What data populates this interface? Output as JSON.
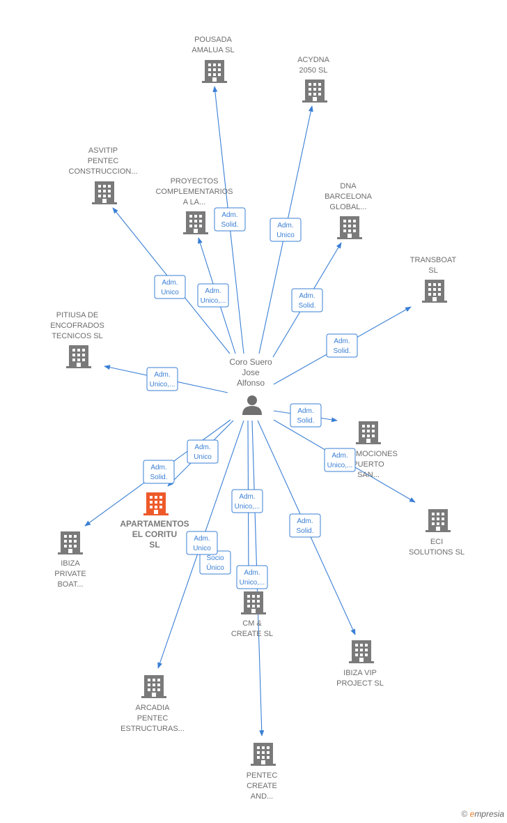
{
  "person": {
    "lines": [
      "Coro Suero",
      "Jose",
      "Alfonso"
    ],
    "icon": "person-icon"
  },
  "colors": {
    "edge": "#3a7fd5",
    "company": "#7a7a7a",
    "highlight": "#ee5a2a"
  },
  "companies": [
    {
      "id": "pousada",
      "lines": [
        "POUSADA",
        "AMALUA  SL"
      ],
      "role": [
        "Adm.",
        "Solid."
      ]
    },
    {
      "id": "acydna",
      "lines": [
        "ACYDNA",
        "2050  SL"
      ],
      "role": [
        "Adm.",
        "Unico"
      ]
    },
    {
      "id": "asvitip",
      "lines": [
        "ASVITIP",
        "PENTEC",
        "CONSTRUCCION..."
      ],
      "role": [
        "Adm.",
        "Unico"
      ]
    },
    {
      "id": "proyectos",
      "lines": [
        "PROYECTOS",
        "COMPLEMENTARIOS",
        "A LA..."
      ],
      "role": [
        "Adm.",
        "Unico,..."
      ]
    },
    {
      "id": "dna",
      "lines": [
        "DNA",
        "BARCELONA",
        "GLOBAL..."
      ],
      "role": [
        "Adm.",
        "Solid."
      ]
    },
    {
      "id": "transboat",
      "lines": [
        "TRANSBOAT",
        "SL"
      ],
      "role": [
        "Adm.",
        "Solid."
      ]
    },
    {
      "id": "pitiusa",
      "lines": [
        "PITIUSA DE",
        "ENCOFRADOS",
        "TECNICOS  SL"
      ],
      "role": [
        "Adm.",
        "Unico,..."
      ]
    },
    {
      "id": "promociones",
      "lines": [
        "PROMOCIONES",
        "PUERTO",
        "SAN..."
      ],
      "role": [
        "Adm.",
        "Solid."
      ]
    },
    {
      "id": "eci",
      "lines": [
        "ECI",
        "SOLUTIONS  SL"
      ],
      "role": [
        "Adm.",
        "Unico,..."
      ]
    },
    {
      "id": "apartamentos",
      "lines": [
        "APARTAMENTOS",
        "EL CORITU",
        "SL"
      ],
      "role": [
        "Adm.",
        "Unico"
      ],
      "highlight": true
    },
    {
      "id": "ibiza_private",
      "lines": [
        "IBIZA",
        "PRIVATE",
        "BOAT..."
      ],
      "role": [
        "Adm.",
        "Solid."
      ]
    },
    {
      "id": "cm_create",
      "lines": [
        "CM &",
        "CREATE  SL"
      ],
      "role": [
        "Adm.",
        "Unico,..."
      ],
      "role2": [
        "Socio",
        "Único"
      ]
    },
    {
      "id": "ibiza_vip",
      "lines": [
        "IBIZA VIP",
        "PROJECT  SL"
      ],
      "role": [
        "Adm.",
        "Solid."
      ]
    },
    {
      "id": "arcadia",
      "lines": [
        "ARCADIA",
        "PENTEC",
        "ESTRUCTURAS..."
      ],
      "role": [
        "Adm.",
        "Unico"
      ]
    },
    {
      "id": "pentec_create",
      "lines": [
        "PENTEC",
        "CREATE",
        "AND..."
      ],
      "role": [
        "Adm.",
        "Unico,..."
      ]
    }
  ],
  "footer": {
    "copyright": "©",
    "brand_initial": "e",
    "brand_rest": "mpresia"
  }
}
